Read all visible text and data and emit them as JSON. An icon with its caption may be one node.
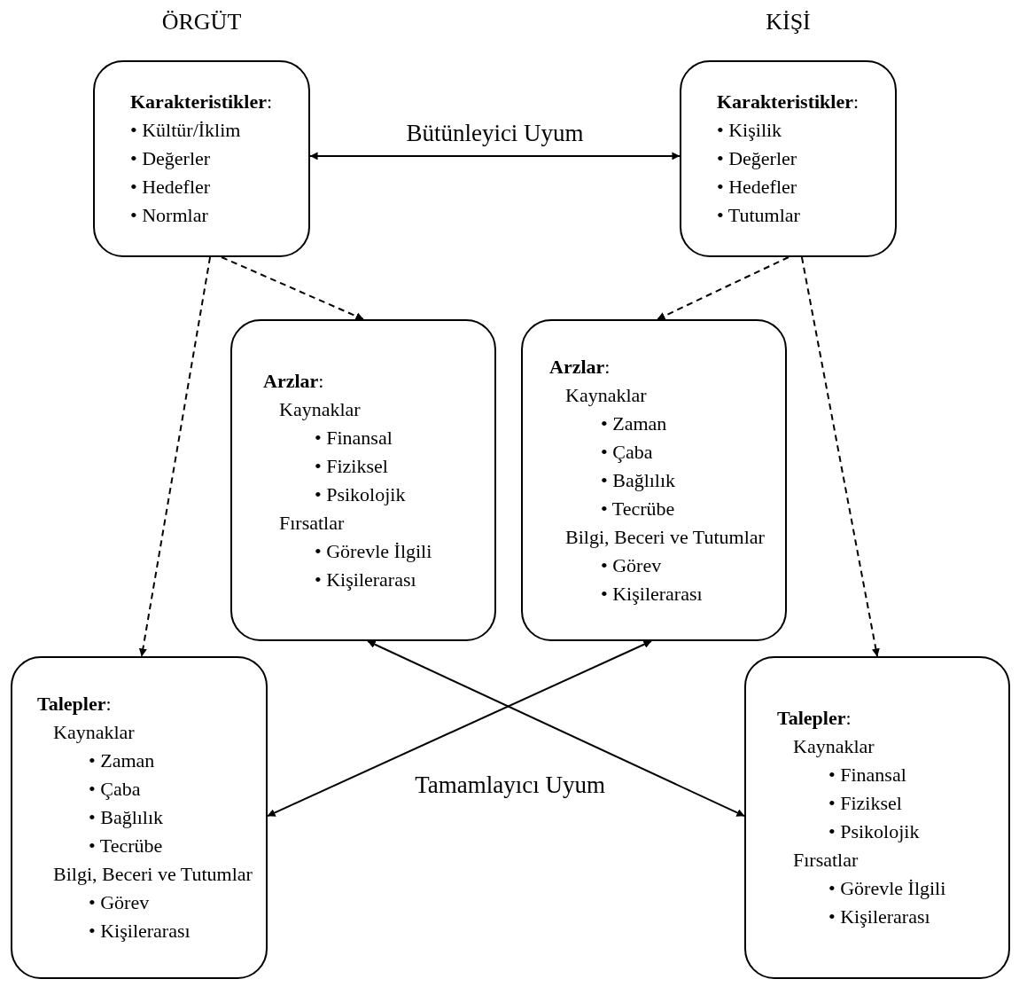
{
  "diagram": {
    "nodes": [
      {
        "text": [
          "ÖRGÜT",
          "**Karakteristikler**:",
          "• Kültür/İklim",
          "• Değerler",
          "• Hedefler",
          "• Normlar"
        ]
      },
      {
        "text": [
          "KİŞİ",
          "**Karakteristikler**:",
          "• Kişilik",
          "• Değerler",
          "• Hedefler",
          "• Tutumlar"
        ]
      },
      {
        "text": [
          "**Arzlar**:",
          "Kaynaklar",
          "• Finansal",
          "• Fiziksel",
          "• Psikolojik",
          "Fırsatlar",
          "• Görevle İlgili",
          "• Kişilerarası"
        ]
      },
      {
        "text": [
          "**Arzlar**:",
          "Kaynaklar",
          "• Zaman",
          "• Çaba",
          "• Bağlılık",
          "• Tecrübe",
          "Bilgi, Beceri ve Tutumlar",
          "• Görev",
          "• Kişilerarası"
        ]
      },
      {
        "text": [
          "**Talepler**:",
          "Kaynaklar",
          "• Zaman",
          "• Çaba",
          "• Bağlılık",
          "• Tecrübe",
          "Bilgi, Beceri ve Tutumlar",
          "• Görev",
          "• Kişilerarası"
        ]
      },
      {
        "text": [
          "**Talepler**:",
          "Kaynaklar",
          "• Finansal",
          "• Fiziksel",
          "• Psikolojik",
          "Fırsatlar",
          "• Görevle İlgili",
          "• Kişilerarası"
        ]
      }
    ],
    "edges": [
      {
        "from": 0,
        "to": 1,
        "arrow": "both",
        "label": "Bütünleyici Uyum"
      },
      {
        "from": 0,
        "to": 4,
        "arrow": "to",
        "style": "dashed"
      },
      {
        "from": 0,
        "to": 2,
        "arrow": "to",
        "style": "dashed"
      },
      {
        "from": 1,
        "to": 3,
        "arrow": "to",
        "style": "dashed"
      },
      {
        "from": 1,
        "to": 5,
        "arrow": "to",
        "style": "dashed"
      },
      {
        "from": 2,
        "to": 5,
        "arrow": "both",
        "label": "Tamamlayıcı Uyum"
      },
      {
        "from": 3,
        "to": 4,
        "arrow": "both"
      }
    ]
  }
}
